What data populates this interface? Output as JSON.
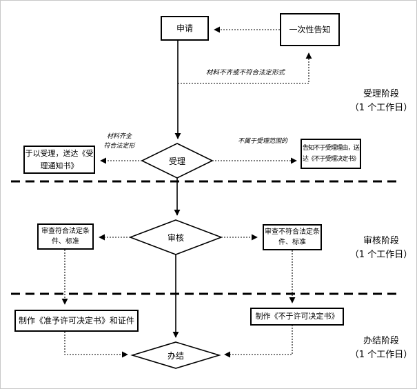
{
  "flowchart": {
    "nodes": {
      "apply": "申请",
      "one_time_notice": "一次性告知",
      "accept": "受理",
      "accept_grant": "于以受理，送达《受理通知书》",
      "accept_reject": "告知不于受理理由，送达《不于受理决定书》",
      "review": "审核",
      "review_pass": "审查符合法定条件、标准",
      "review_fail": "审查不符合法定条件、标准",
      "make_license": "制作《准予许可决定书》和证件",
      "make_rejection": "制作《不于许可决定书》",
      "finish": "办结"
    },
    "edge_labels": {
      "materials_incomplete": "材料不齐或不符合法定形式",
      "materials_complete_line1": "材料齐全",
      "materials_complete_line2": "符合法定形",
      "out_of_scope": "不属于受理范围的"
    },
    "stages": [
      {
        "name": "受理阶段",
        "duration": "（1 个工作日）"
      },
      {
        "name": "审核阶段",
        "duration": "（1 个工作日）"
      },
      {
        "name": "办结阶段",
        "duration": "（1 个工作日）"
      }
    ],
    "colors": {
      "line": "#000000",
      "background": "#ffffff",
      "frame": "#c8c8c8"
    }
  }
}
